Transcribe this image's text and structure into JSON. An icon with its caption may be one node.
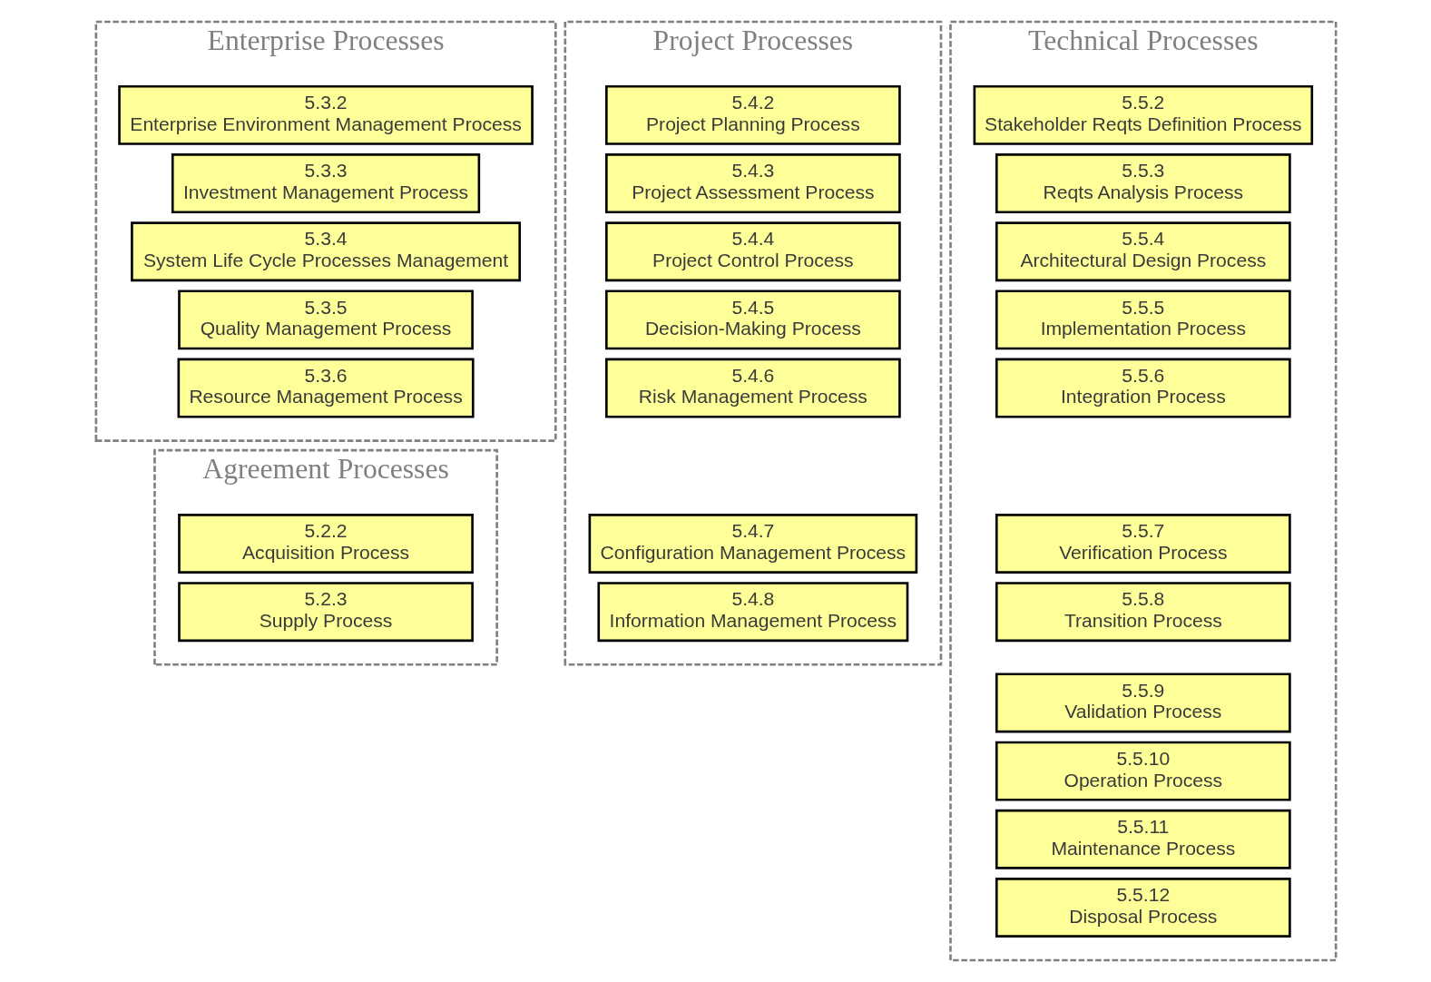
{
  "diagram": {
    "nodes": [
      {
        "text": [
          "Enterprise Processes"
        ]
      },
      {
        "text": [
          "5.3.2",
          "Enterprise Environment Management Process"
        ],
        "in": 0
      },
      {
        "text": [
          "5.3.3",
          "Investment Management Process"
        ],
        "in": 0
      },
      {
        "text": [
          "5.3.4",
          "System Life Cycle Processes Management"
        ],
        "in": 0
      },
      {
        "text": [
          "5.3.5",
          "Quality Management Process"
        ],
        "in": 0
      },
      {
        "text": [
          "5.3.6",
          "Resource Management Process"
        ],
        "in": 0
      },
      {
        "text": [
          "Agreement Processes"
        ]
      },
      {
        "text": [
          "5.2.2",
          "Acquisition Process"
        ],
        "in": 6
      },
      {
        "text": [
          "5.2.3",
          "Supply Process"
        ],
        "in": 6
      },
      {
        "text": [
          "Project Processes"
        ]
      },
      {
        "text": [
          "5.4.2",
          "Project Planning Process"
        ],
        "in": 9
      },
      {
        "text": [
          "5.4.3",
          "Project Assessment Process"
        ],
        "in": 9
      },
      {
        "text": [
          "5.4.4",
          "Project Control Process"
        ],
        "in": 9
      },
      {
        "text": [
          "5.4.5",
          "Decision-Making Process"
        ],
        "in": 9
      },
      {
        "text": [
          "5.4.6",
          "Risk Management Process"
        ],
        "in": 9
      },
      {
        "text": [
          "5.4.7",
          "Configuration Management Process"
        ],
        "in": 9
      },
      {
        "text": [
          "5.4.8",
          "Information Management Process"
        ],
        "in": 9
      },
      {
        "text": [
          "Technical Processes"
        ]
      },
      {
        "text": [
          "5.5.2",
          "Stakeholder Reqts Definition Process"
        ],
        "in": 17
      },
      {
        "text": [
          "5.5.3",
          "Reqts Analysis Process"
        ],
        "in": 17
      },
      {
        "text": [
          "5.5.4",
          "Architectural Design Process"
        ],
        "in": 17
      },
      {
        "text": [
          "5.5.5",
          "Implementation Process"
        ],
        "in": 17
      },
      {
        "text": [
          "5.5.6",
          "Integration Process"
        ],
        "in": 17
      },
      {
        "text": [
          "5.5.7",
          "Verification Process"
        ],
        "in": 17
      },
      {
        "text": [
          "5.5.8",
          "Transition Process"
        ],
        "in": 17
      },
      {
        "text": [
          "5.5.9",
          "Validation Process"
        ],
        "in": 17
      },
      {
        "text": [
          "5.5.10",
          "Operation Process"
        ],
        "in": 17
      },
      {
        "text": [
          "5.5.11",
          "Maintenance Process"
        ],
        "in": 17
      },
      {
        "text": [
          "5.5.12",
          "Disposal Process"
        ],
        "in": 17
      }
    ]
  }
}
